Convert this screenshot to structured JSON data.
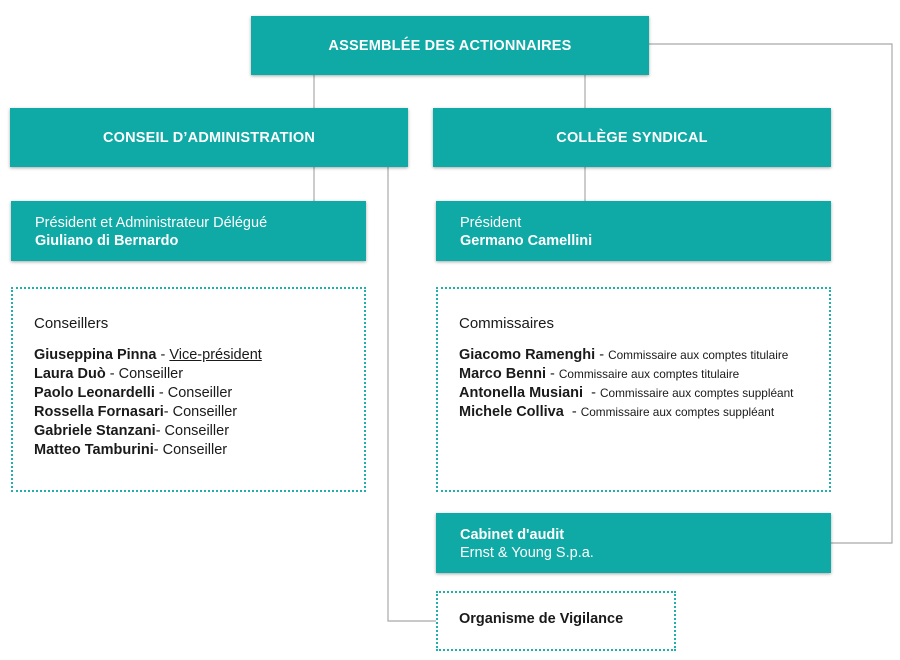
{
  "assembly": {
    "label": "ASSEMBLÉE DES ACTIONNAIRES"
  },
  "board": {
    "label": "CONSEIL D’ADMINISTRATION"
  },
  "auditors_board": {
    "label": "COLLÈGE SYNDICAL"
  },
  "president": {
    "role": "Président et Administrateur Délégué",
    "name": "Giuliano di Bernardo"
  },
  "auditors_president": {
    "role": "Président",
    "name": "Germano Camellini"
  },
  "councillors": {
    "title": "Conseillers",
    "members": [
      {
        "name": "Giuseppina Pinna",
        "sep": " - ",
        "role": "Vice-président",
        "underline": true
      },
      {
        "name": "Laura Duò",
        "sep": " - ",
        "role": "Conseiller",
        "underline": false
      },
      {
        "name": "Paolo Leonardelli",
        "sep": " - ",
        "role": "Conseiller",
        "underline": false
      },
      {
        "name": "Rossella Fornasari",
        "sep": "- ",
        "role": "Conseiller",
        "underline": false
      },
      {
        "name": "Gabriele Stanzani",
        "sep": "- ",
        "role": "Conseiller",
        "underline": false
      },
      {
        "name": "Matteo Tamburini",
        "sep": "- ",
        "role": "Conseiller",
        "underline": false
      }
    ]
  },
  "commissioners": {
    "title": "Commissaires",
    "members": [
      {
        "name": "Giacomo Ramenghi",
        "sep": " - ",
        "role": "Commissaire aux comptes titulaire"
      },
      {
        "name": "Marco Benni",
        "sep": " - ",
        "role": "Commissaire aux comptes titulaire"
      },
      {
        "name": "Antonella Musiani",
        "sep": "  - ",
        "role": "Commissaire aux comptes suppléant"
      },
      {
        "name": "Michele Colliva",
        "sep": "  - ",
        "role": "Commissaire aux comptes suppléant"
      }
    ]
  },
  "audit_firm": {
    "title": "Cabinet d'audit",
    "name": "Ernst & Young S.p.a."
  },
  "vigilance": {
    "label": "Organisme de Vigilance"
  },
  "colors": {
    "teal": "#0fa9a6",
    "connector": "#a9a9a9",
    "dotted_border": "#22b0ad"
  }
}
